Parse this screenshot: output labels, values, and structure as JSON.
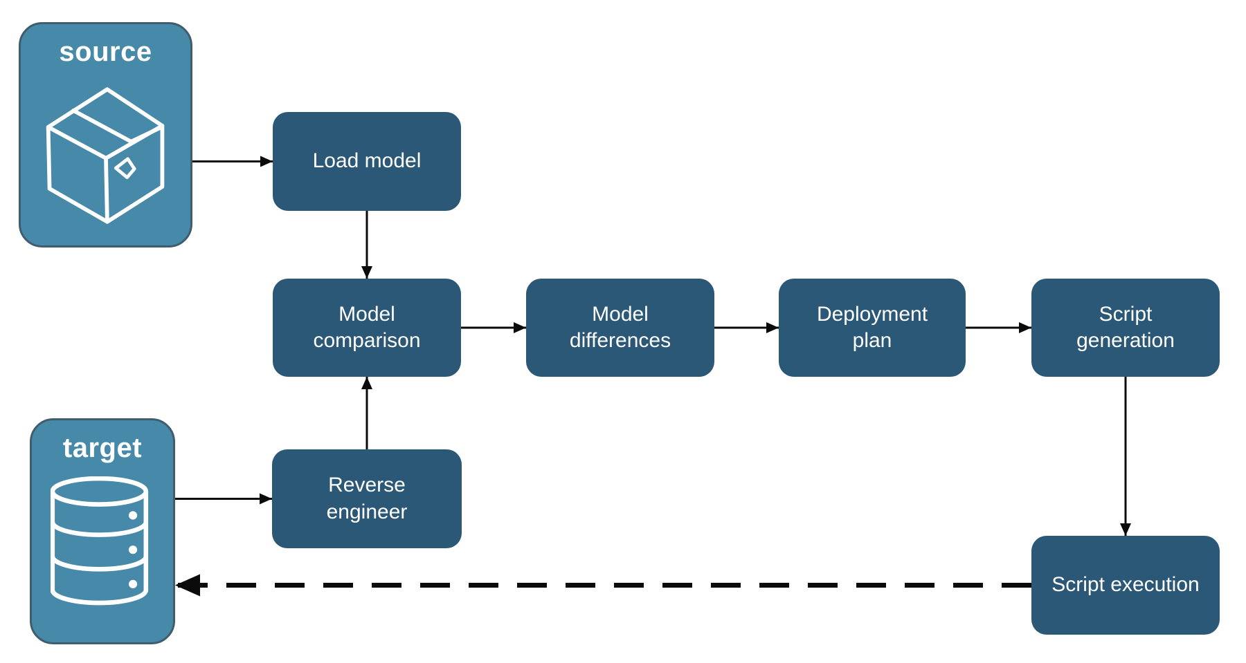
{
  "diagram": {
    "background": "#ffffff",
    "colors": {
      "node_fill": "#2B5876",
      "node_text": "#ffffff",
      "endpoint_fill": "#4789A9",
      "endpoint_border": "#3F5D6D",
      "endpoint_text": "#ffffff",
      "arrow": "#0a0a0a"
    },
    "endpoints": [
      {
        "id": "source",
        "label": "source",
        "icon": "package-icon"
      },
      {
        "id": "target",
        "label": "target",
        "icon": "database-icon"
      }
    ],
    "nodes": [
      {
        "id": "load_model",
        "label": "Load model"
      },
      {
        "id": "model_comparison",
        "label": "Model comparison"
      },
      {
        "id": "model_differences",
        "label": "Model differences"
      },
      {
        "id": "deployment_plan",
        "label": "Deployment plan"
      },
      {
        "id": "script_generation",
        "label": "Script generation"
      },
      {
        "id": "reverse_engineer",
        "label": "Reverse engineer"
      },
      {
        "id": "script_execution",
        "label": "Script execution"
      }
    ],
    "edges": [
      {
        "from": "source",
        "to": "load_model",
        "dir": "h",
        "style": "solid"
      },
      {
        "from": "load_model",
        "to": "model_comparison",
        "dir": "v",
        "style": "solid"
      },
      {
        "from": "model_comparison",
        "to": "model_differences",
        "dir": "h",
        "style": "solid"
      },
      {
        "from": "model_differences",
        "to": "deployment_plan",
        "dir": "h",
        "style": "solid"
      },
      {
        "from": "deployment_plan",
        "to": "script_generation",
        "dir": "h",
        "style": "solid"
      },
      {
        "from": "script_generation",
        "to": "script_execution",
        "dir": "v",
        "style": "solid"
      },
      {
        "from": "reverse_engineer",
        "to": "model_comparison",
        "dir": "v",
        "style": "solid"
      },
      {
        "from": "target",
        "to": "reverse_engineer",
        "dir": "h",
        "style": "solid"
      },
      {
        "from": "script_execution",
        "to": "target",
        "dir": "h",
        "style": "dashed",
        "anchor": "from"
      }
    ]
  }
}
